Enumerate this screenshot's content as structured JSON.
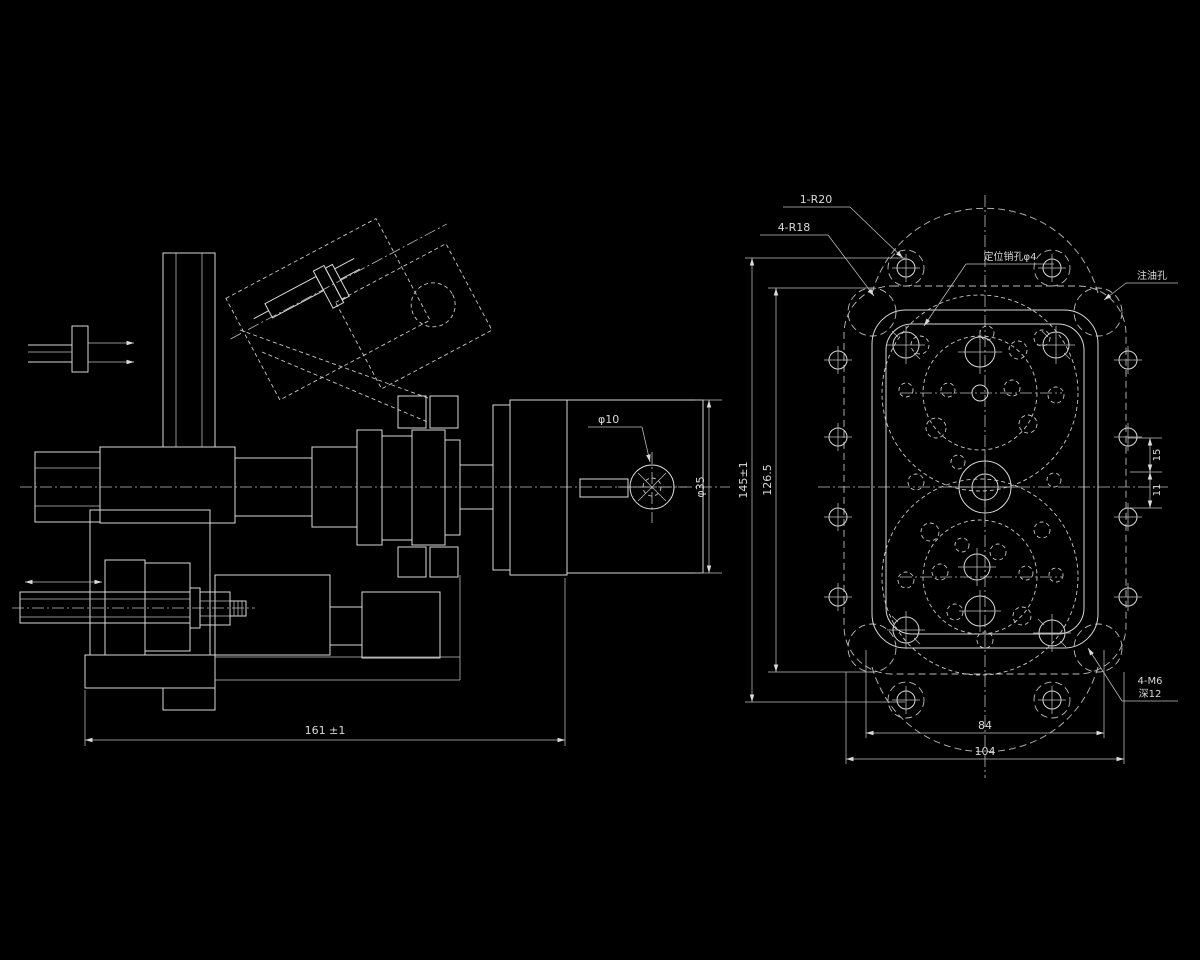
{
  "canvas": {
    "background": "#000000",
    "line_color": "#d9d9d9",
    "text_color": "#d9d9d9"
  },
  "side_view": {
    "labels": {
      "shaft_hole_dia": "φ10",
      "body_dia": "φ35",
      "overall_length": "161 ±1"
    }
  },
  "front_view": {
    "labels": {
      "radius_top": "1-R20",
      "radius_corners": "4-R18",
      "pin_hole_note": "定位销孔φ4",
      "oil_hole_note": "注油孔",
      "tap_note_line1": "4-M6",
      "tap_note_line2": "深12",
      "height_outer": "145±1",
      "height_inner": "126.5",
      "width_inner": "84",
      "width_outer": "104",
      "offset_upper": "15",
      "offset_lower": "11"
    }
  }
}
